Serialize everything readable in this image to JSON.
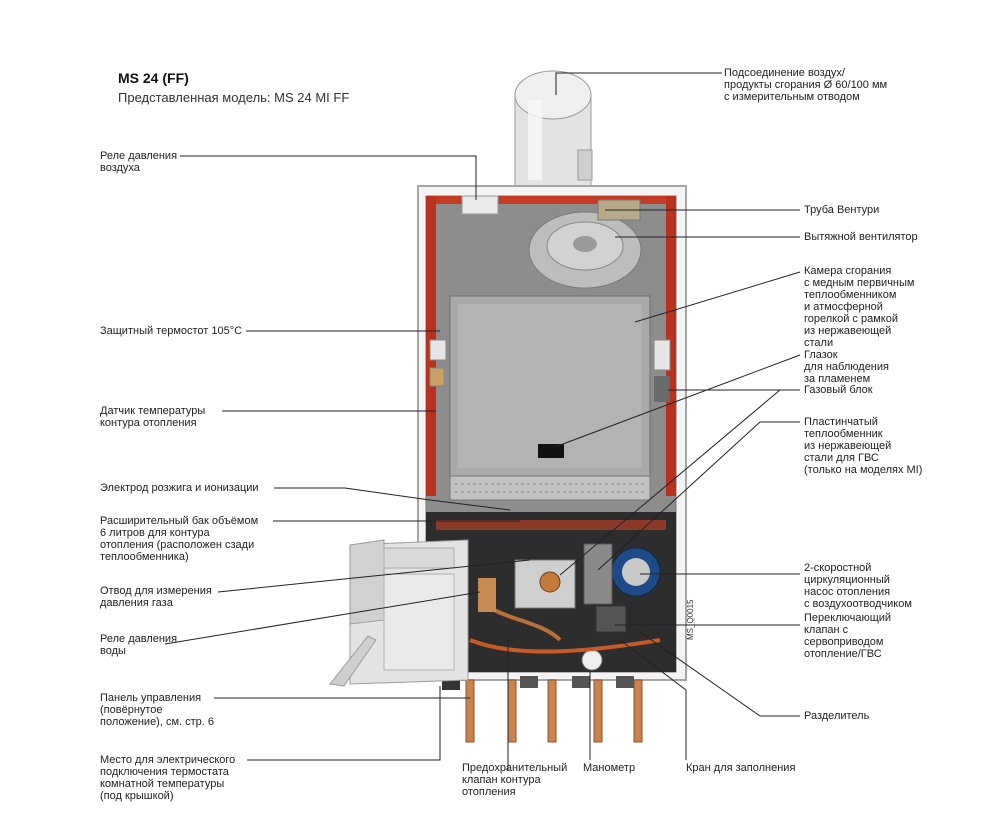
{
  "title": "MS 24 (FF)",
  "subtitle": "Представленная модель: MS 24 MI FF",
  "image_code": "MS_Q0015",
  "labels_left": [
    {
      "id": "air-pressure-relay",
      "text": "Реле давления\nвоздуха"
    },
    {
      "id": "safety-thermostat",
      "text": "Защитный термостот 105°C"
    },
    {
      "id": "heating-temp-sensor",
      "text": "Датчик температуры\nконтура отопления"
    },
    {
      "id": "ignition-electrode",
      "text": "Электрод розжига и ионизации"
    },
    {
      "id": "expansion-tank",
      "text": "Расширительный бак объёмом\n6 литров для контура\nотопления (расположен сзади\nтеплообменника)"
    },
    {
      "id": "gas-pressure-tap",
      "text": "Отвод для измерения\nдавления газа"
    },
    {
      "id": "water-pressure-relay",
      "text": "Реле давления\nводы"
    },
    {
      "id": "control-panel",
      "text": "Панель управления\n(повёрнутое\nположение), см. стр. 6"
    },
    {
      "id": "thermostat-connection",
      "text": "Место для электрического\nподключения термостата\nкомнатной температуры\n(под крышкой)"
    }
  ],
  "labels_right": [
    {
      "id": "air-connection",
      "text": "Подсоединение воздух/\nпродукты сгорания Ø 60/100 мм\nс измерительным отводом"
    },
    {
      "id": "venturi-tube",
      "text": "Труба Вентури"
    },
    {
      "id": "exhaust-fan",
      "text": "Вытяжной вентилятор"
    },
    {
      "id": "combustion-chamber",
      "text": "Камера сгорания\nс медным первичным\nтеплообменником\nи атмосферной\nгорелкой с рамкой\nиз нержавеющей\nстали"
    },
    {
      "id": "sight-glass",
      "text": "Глазок\nдля наблюдения\nза пламенем"
    },
    {
      "id": "gas-block",
      "text": "Газовый блок"
    },
    {
      "id": "plate-exchanger",
      "text": "Пластинчатый\nтеплообменник\nиз нержавеющей\nстали для ГВС\n(только на моделях MI)"
    },
    {
      "id": "circulation-pump",
      "text": "2-скоростной\nциркуляционный\nнасос отопления\nс воздухоотводчиком"
    },
    {
      "id": "switch-valve",
      "text": "Переключающий\nклапан с\nсервоприводом\nотопление/ГВС"
    },
    {
      "id": "separator",
      "text": "Разделитель"
    }
  ],
  "labels_bottom": [
    {
      "id": "safety-valve",
      "text": "Предохранительный\nклапан контура\nотопления"
    },
    {
      "id": "manometer",
      "text": "Манометр"
    },
    {
      "id": "fill-tap",
      "text": "Кран для заполнения"
    }
  ]
}
